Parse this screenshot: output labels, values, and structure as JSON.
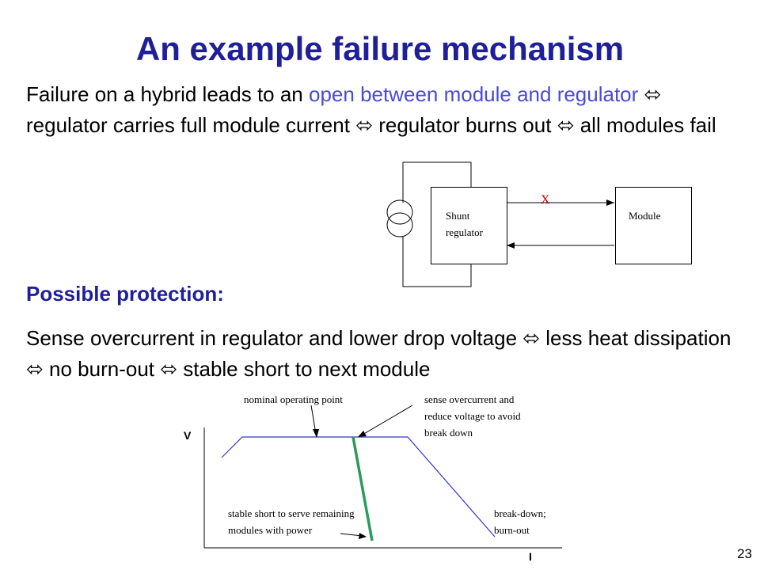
{
  "title": "An example failure mechanism",
  "intro": {
    "part1": "Failure on a hybrid leads to an ",
    "highlight": "open between module and regulator",
    "arrow": "⬄",
    "part2": " regulator carries full module current ",
    "part3": " regulator burns out ",
    "part4": " all modules fail"
  },
  "circuit": {
    "shunt_label_1": "Shunt",
    "shunt_label_2": "regulator",
    "module_label": "Module",
    "open_mark": "X",
    "open_mark_color": "#cc0000"
  },
  "protection": {
    "heading": "Possible protection:",
    "part1": "Sense overcurrent in regulator and lower drop voltage ",
    "part2": " less heat dissipation ",
    "part3": " no burn-out ",
    "part4": " stable short to next module"
  },
  "vi_plot": {
    "y_axis_label": "V",
    "x_axis_label": "I",
    "annotation_nominal": "nominal  operating point",
    "annotation_sense_1": "sense overcurrent and",
    "annotation_sense_2": "reduce voltage to avoid",
    "annotation_sense_3": "break down",
    "annotation_short_1": "stable short to serve remaining",
    "annotation_short_2": "modules with power",
    "annotation_break_1": "break-down;",
    "annotation_break_2": "burn-out",
    "curve_color": "#3333cc",
    "protection_line_color": "#2e9a5a"
  },
  "page_number": "23"
}
